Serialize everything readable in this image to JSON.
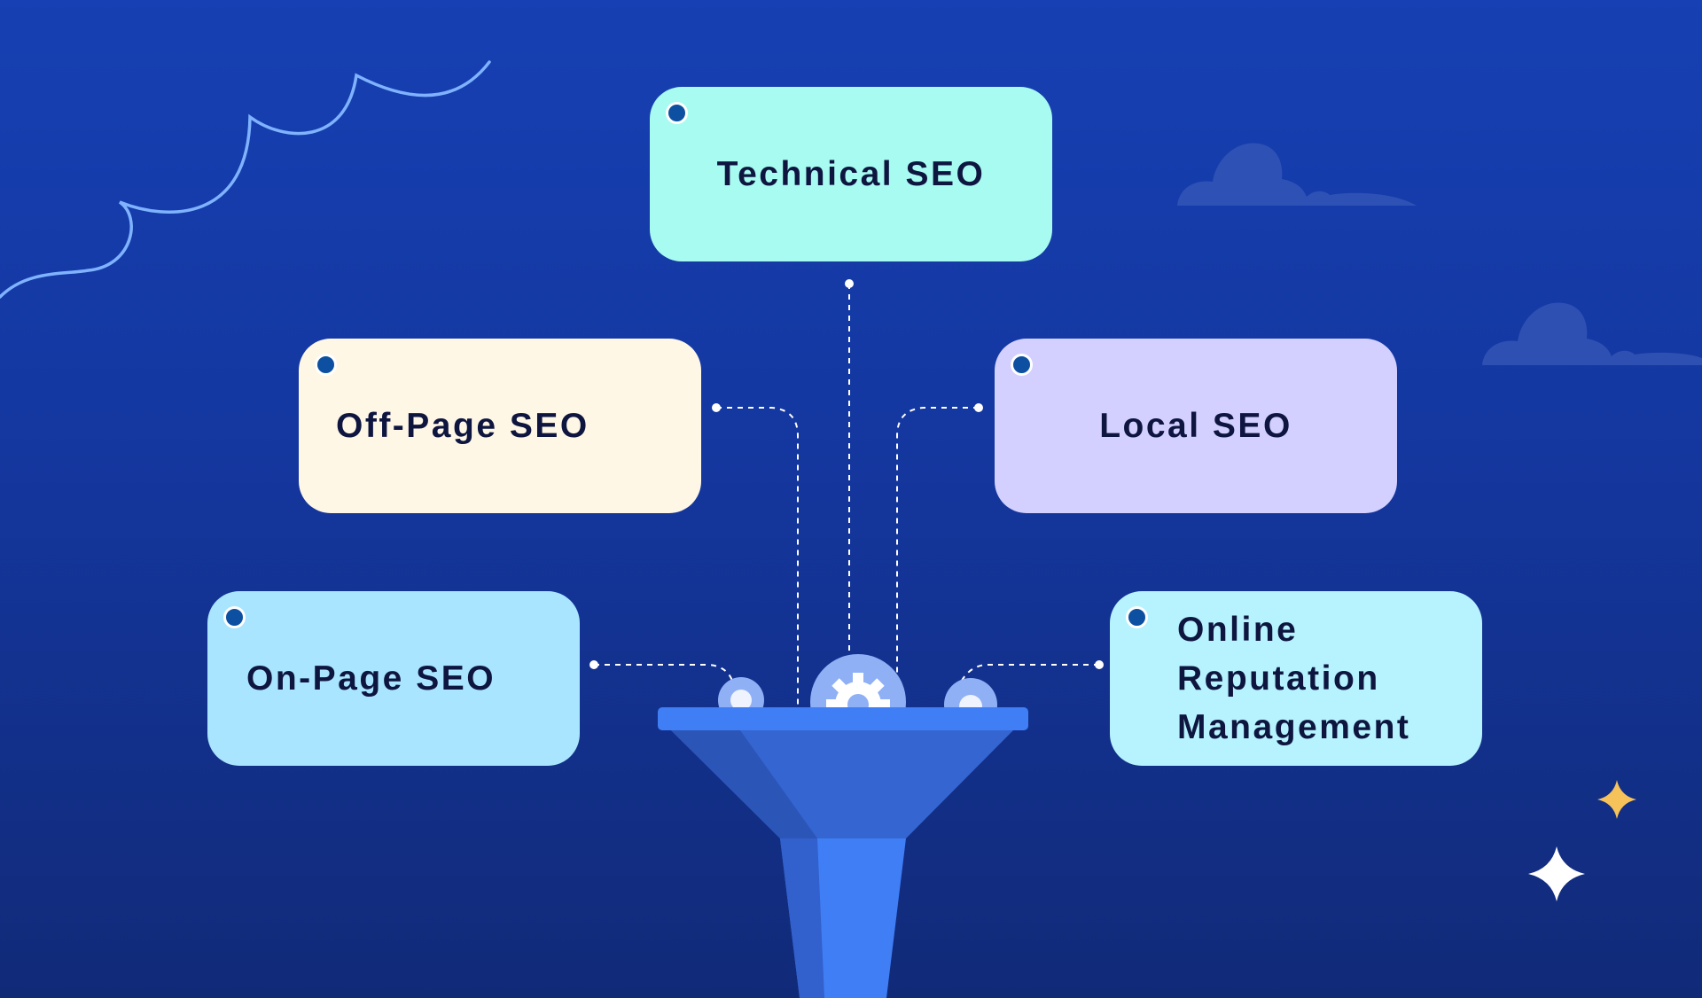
{
  "diagram": {
    "cards": [
      {
        "id": "technical",
        "label": "Technical SEO",
        "color": "#a8fbf1"
      },
      {
        "id": "offpage",
        "label": "Off-Page SEO",
        "color": "#fff7e6"
      },
      {
        "id": "local",
        "label": "Local SEO",
        "color": "#d3cfff"
      },
      {
        "id": "onpage",
        "label": "On-Page SEO",
        "color": "#a9e5fe"
      },
      {
        "id": "orm",
        "label": "Online\nReputation\nManagement",
        "color": "#b6f3fe"
      }
    ],
    "funnel_icon": "funnel-icon",
    "gear_icon": "gear-icon",
    "colors": {
      "background": "#1640b3",
      "funnel": "#3f7ef5",
      "connector": "#ffffff",
      "dot": "#0d4fa0"
    }
  }
}
